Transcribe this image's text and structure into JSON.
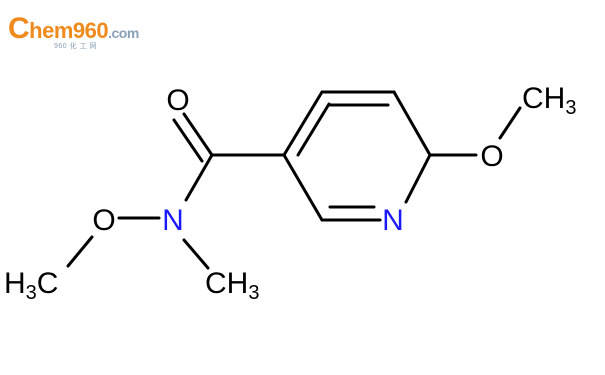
{
  "logo": {
    "initial": "C",
    "brand": "hem960",
    "tld": ".com",
    "subtitle": "960 化 工 网"
  },
  "atoms": {
    "carbonyl_oxygen": "O",
    "ring_nitrogen": "N",
    "amide_nitrogen": "N",
    "ether_oxygen_left": "O",
    "ether_oxygen_right": "O",
    "methyl_left": "H3C",
    "methyl_left_h": "H",
    "methyl_left_sub": "3",
    "methyl_left_c": "C",
    "methyl_n": "CH3",
    "methyl_n_c": "CH",
    "methyl_n_sub": "3",
    "methyl_right_c": "CH",
    "methyl_right_sub": "3"
  },
  "colors": {
    "bond": "#000000",
    "nitrogen": "#1a1aff",
    "oxygen": "#000000",
    "logo_orange": "#f08a1c",
    "logo_grey": "#8aa0b8"
  }
}
